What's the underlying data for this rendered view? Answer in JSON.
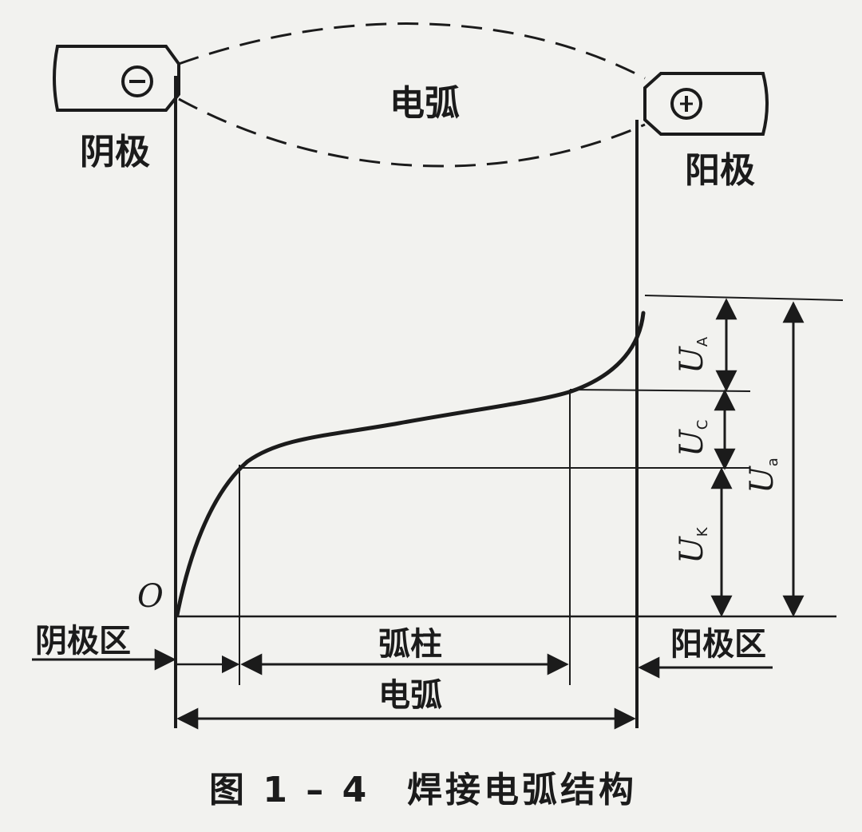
{
  "electrodes": {
    "left": {
      "symbol": "⊖",
      "label": "阴极"
    },
    "right": {
      "symbol": "⊕",
      "label": "阳极"
    }
  },
  "arc_label_top": "电弧",
  "origin_label": "O",
  "voltages": {
    "anode": {
      "symbol": "U",
      "subscript": "A"
    },
    "column": {
      "symbol": "U",
      "subscript": "C"
    },
    "cathode": {
      "symbol": "U",
      "subscript": "K"
    },
    "total": {
      "symbol": "U",
      "subscript": "a"
    }
  },
  "regions": {
    "cathode_region": "阴极区",
    "arc_column": "弧柱",
    "anode_region": "阳极区",
    "arc_total": "电弧"
  },
  "caption": {
    "figure_number": "图 1 – 4",
    "title": "焊接电弧结构"
  }
}
